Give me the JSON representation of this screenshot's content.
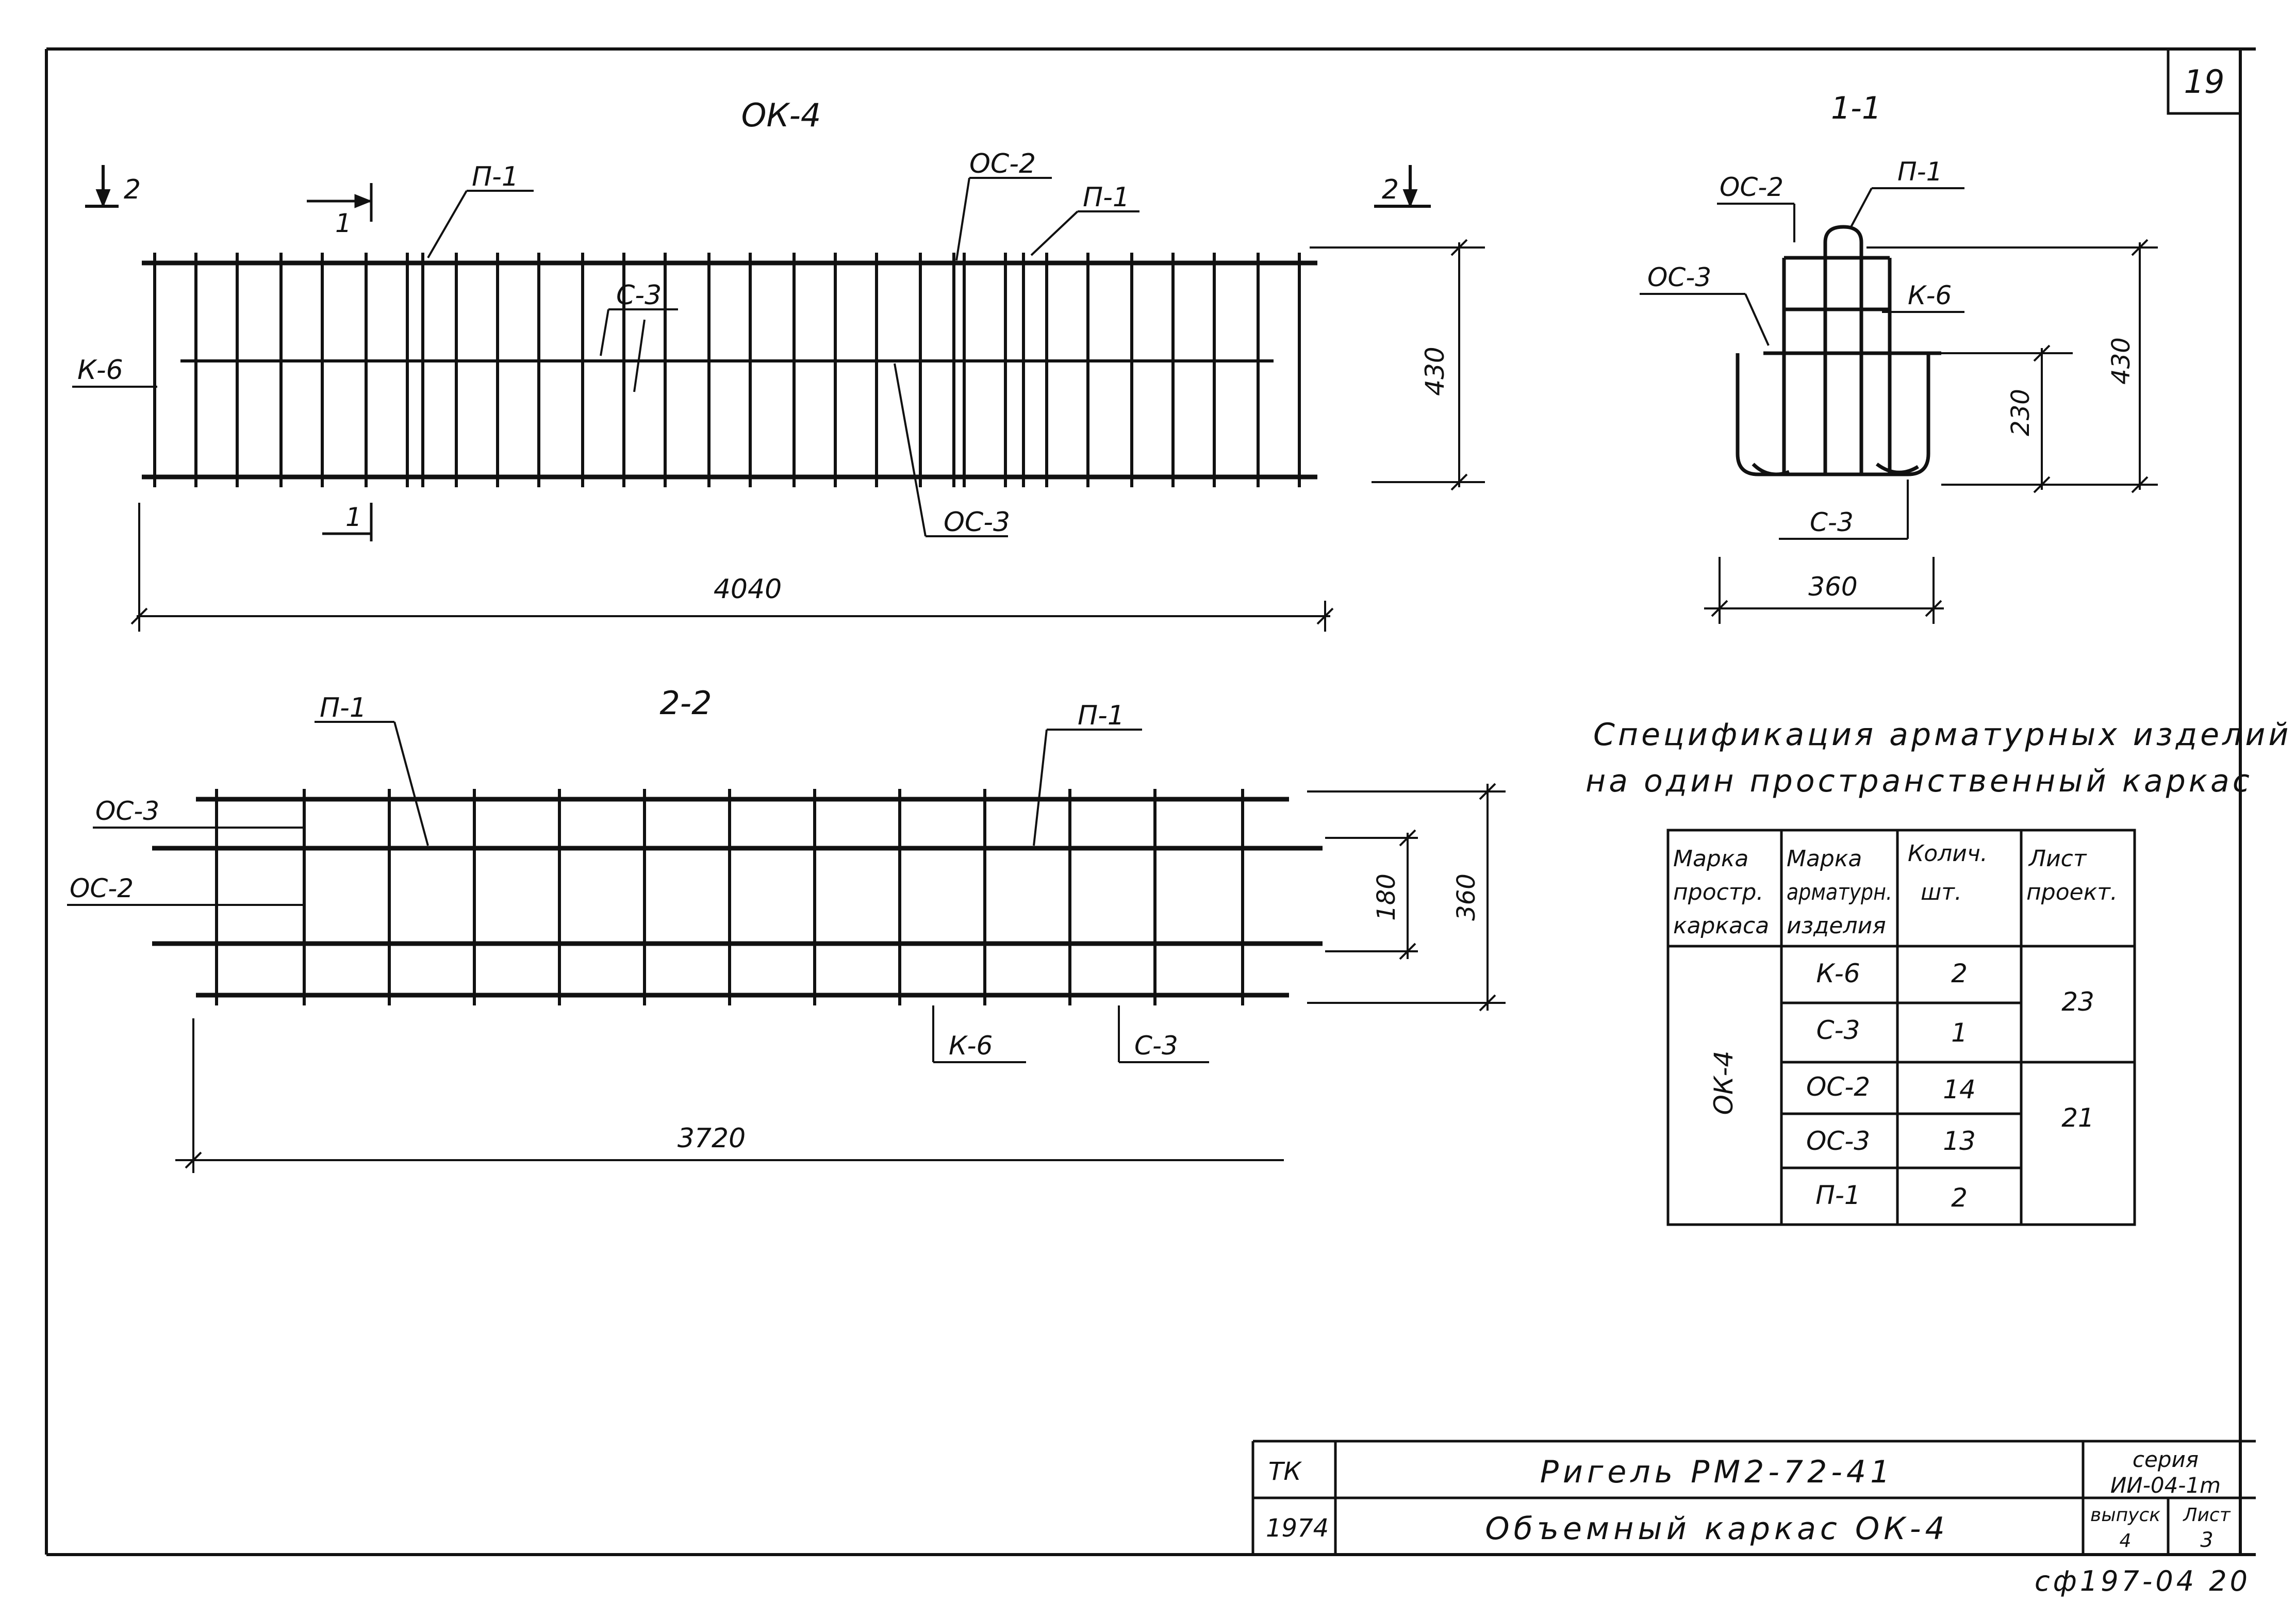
{
  "sheet": {
    "number": "19",
    "footer_code": "сф197-04 20"
  },
  "view_main": {
    "title": "ОК-4",
    "section_mark": "2",
    "cut_mark": "1",
    "labels": [
      "П-1",
      "ОС-2",
      "П-1",
      "С-3",
      "К-6",
      "ОС-3"
    ],
    "dim_height": "430",
    "dim_length": "4040"
  },
  "view_section_1": {
    "title": "1-1",
    "labels": [
      "ОС-2",
      "П-1",
      "ОС-3",
      "К-6",
      "С-3"
    ],
    "dim_inner": "230",
    "dim_total": "430",
    "dim_width": "360"
  },
  "view_section_2": {
    "title": "2-2",
    "labels": [
      "П-1",
      "П-1",
      "ОС-3",
      "ОС-2",
      "К-6",
      "С-3"
    ],
    "dim_inner": "180",
    "dim_total": "360",
    "dim_length": "3720"
  },
  "spec": {
    "title_line1": "Спецификация арматурных изделий",
    "title_line2": "на один пространственный каркас",
    "headers": [
      [
        "Марка",
        "простр.",
        "каркаса"
      ],
      [
        "Марка",
        "арматурн.",
        "изделия"
      ],
      [
        "Колич.",
        "шт."
      ],
      [
        "Лист",
        "проект."
      ]
    ],
    "frame_mark": "ОК-4",
    "rows": [
      {
        "mark": "К-6",
        "qty": "2"
      },
      {
        "mark": "С-3",
        "qty": "1"
      },
      {
        "mark": "ОС-2",
        "qty": "14"
      },
      {
        "mark": "ОС-3",
        "qty": "13"
      },
      {
        "mark": "П-1",
        "qty": "2"
      }
    ],
    "sheet_groups": [
      "23",
      "21"
    ]
  },
  "title_block": {
    "org": "ТК",
    "year": "1974",
    "line1": "Ригель РМ2-72-41",
    "line2": "Объемный каркас ОК-4",
    "series_label": "серия",
    "series_value": "ИИ-04-1m",
    "issue_label": "выпуск",
    "issue_value": "4",
    "sheet_label": "Лист",
    "sheet_value": "3"
  }
}
